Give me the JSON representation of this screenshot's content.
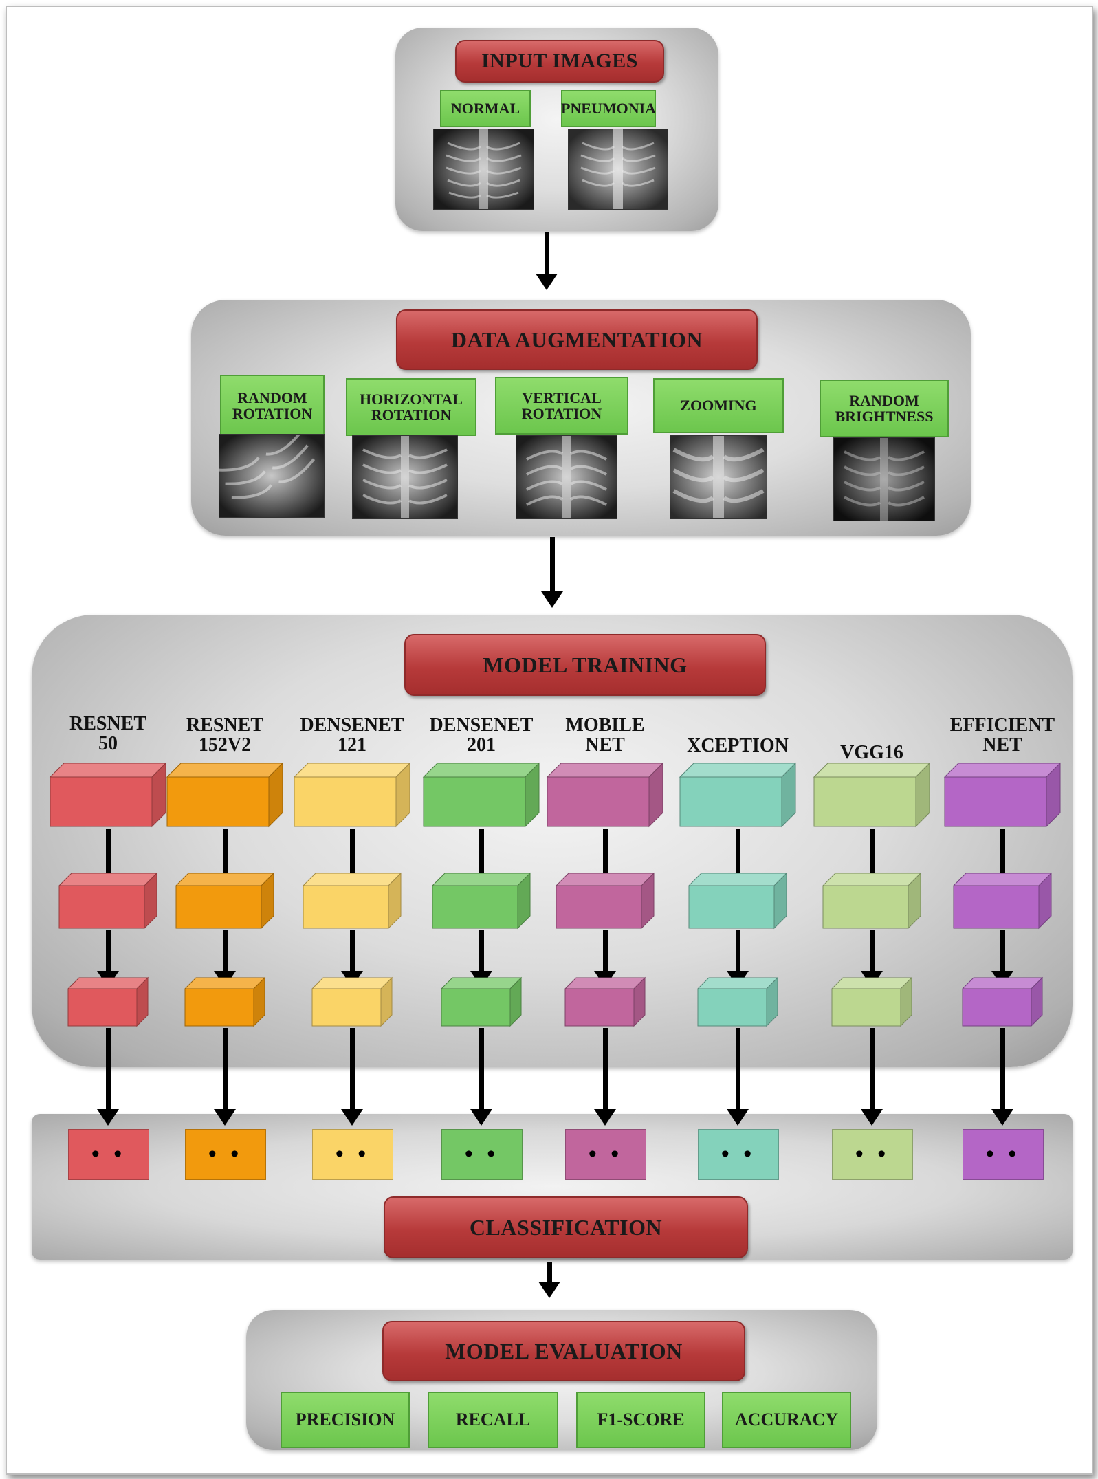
{
  "input": {
    "title": "INPUT IMAGES",
    "classes": [
      "NORMAL",
      "PNEUMONIA"
    ]
  },
  "augmentation": {
    "title": "DATA AUGMENTATION",
    "techniques": [
      [
        "RANDOM",
        "ROTATION"
      ],
      [
        "HORIZONTAL",
        "ROTATION"
      ],
      [
        "VERTICAL",
        "ROTATION"
      ],
      [
        "ZOOMING"
      ],
      [
        "RANDOM",
        "BRIGHTNESS"
      ]
    ]
  },
  "training": {
    "title": "MODEL TRAINING",
    "models": [
      {
        "name": [
          "RESNET",
          "50"
        ],
        "color": "#e0595d"
      },
      {
        "name": [
          "RESNET",
          "152V2"
        ],
        "color": "#f29a0d"
      },
      {
        "name": [
          "DENSENET",
          "121"
        ],
        "color": "#fad467"
      },
      {
        "name": [
          "DENSENET",
          "201"
        ],
        "color": "#74c765"
      },
      {
        "name": [
          "MOBILE",
          "NET"
        ],
        "color": "#c1669d"
      },
      {
        "name": [
          "XCEPTION"
        ],
        "color": "#84d2bb"
      },
      {
        "name": [
          "VGG16"
        ],
        "color": "#bcd790"
      },
      {
        "name": [
          "EFFICIENT",
          "NET"
        ],
        "color": "#b466c6"
      }
    ]
  },
  "classification": {
    "title": "CLASSIFICATION",
    "dots": "• •"
  },
  "evaluation": {
    "title": "MODEL EVALUATION",
    "metrics": [
      "PRECISION",
      "RECALL",
      "F1-SCORE",
      "ACCURACY"
    ]
  }
}
